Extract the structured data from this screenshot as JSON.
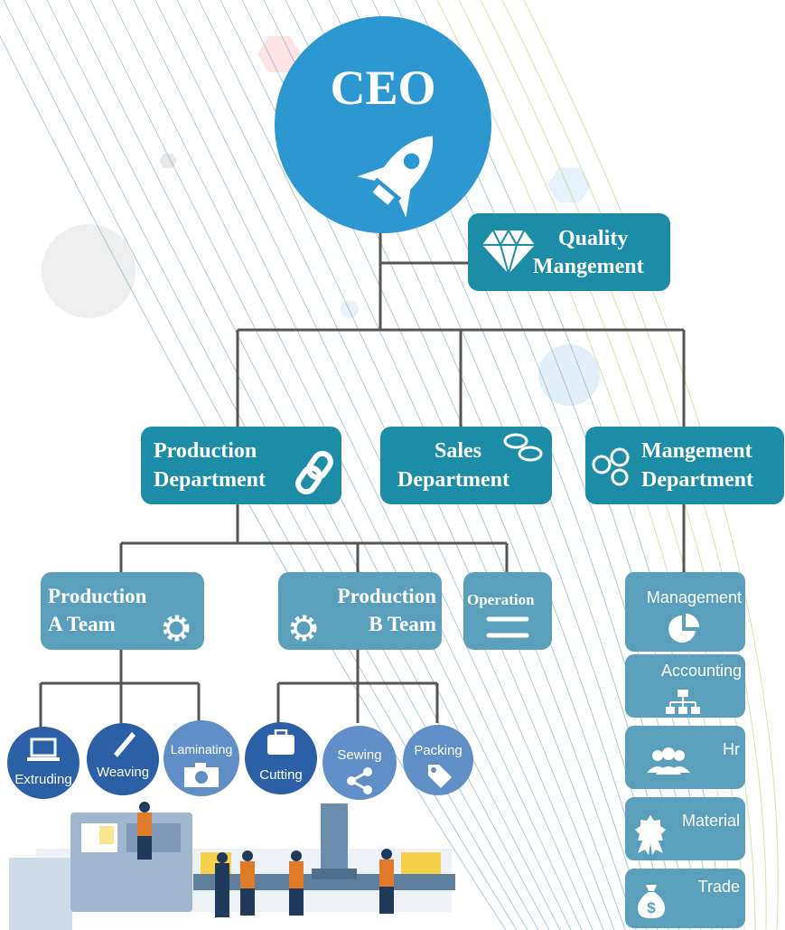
{
  "ceo": {
    "label": "CEO"
  },
  "quality": {
    "line1": "Quality",
    "line2": "Mangement"
  },
  "departments": {
    "production": {
      "line1": "Production",
      "line2": "Department"
    },
    "sales": {
      "line1": "Sales",
      "line2": "Department"
    },
    "management": {
      "line1": "Mangement",
      "line2": "Department"
    }
  },
  "teams": {
    "a": {
      "line1": "Production",
      "line2": "A Team"
    },
    "b": {
      "line1": "Production",
      "line2": "B Team"
    },
    "operation": {
      "label": "Operation"
    }
  },
  "processes": [
    "Extruding",
    "Weaving",
    "Laminating",
    "Cutting",
    "Sewing",
    "Packing"
  ],
  "mgmt_units": [
    "Management",
    "Accounting",
    "Hr",
    "Material",
    "Trade"
  ],
  "colors": {
    "ceo": "#2c97d0",
    "department": "#1d8ca6",
    "team": "#5aa0bd",
    "process": "#2b5fa6",
    "connector": "#555555"
  }
}
